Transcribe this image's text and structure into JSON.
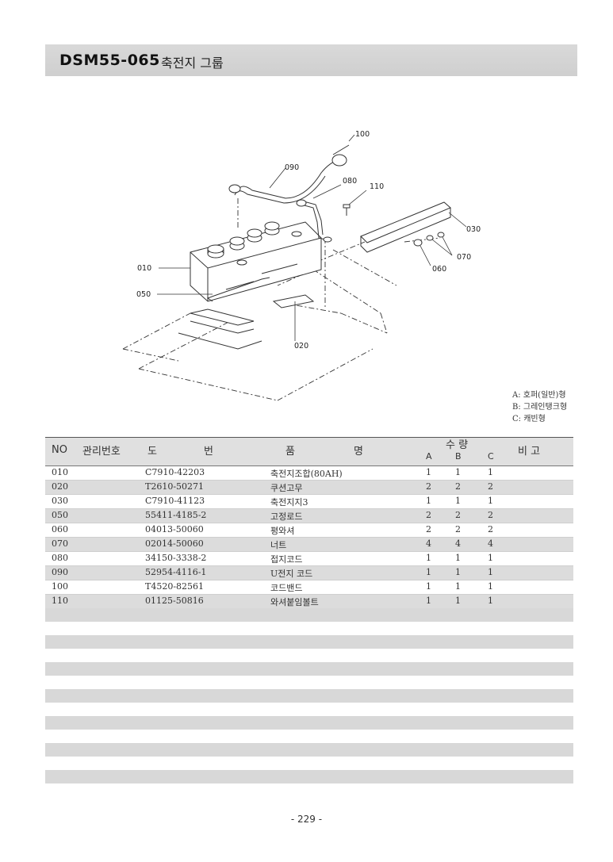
{
  "header": {
    "code": "DSM55-065",
    "title": "축전지 그룹"
  },
  "callouts": {
    "c010": "010",
    "c020": "020",
    "c030": "030",
    "c050": "050",
    "c060": "060",
    "c070": "070",
    "c080": "080",
    "c090": "090",
    "c100": "100",
    "c110": "110"
  },
  "legend": [
    "A: 호퍼(일반)형",
    "B: 그레인탱크형",
    "C: 캐빈형"
  ],
  "table": {
    "headers": {
      "no": "NO",
      "mgmt": "관리번호",
      "dwg_1": "도",
      "dwg_2": "번",
      "name_1": "품",
      "name_2": "명",
      "qty": "수   량",
      "a": "A",
      "b": "B",
      "c": "C",
      "remark": "비   고"
    },
    "rows": [
      {
        "no": "010",
        "dwg": "C7910-42203",
        "name": "축전지조합(80AH)",
        "a": "1",
        "b": "1",
        "c": "1"
      },
      {
        "no": "020",
        "dwg": "T2610-50271",
        "name": "쿠션고무",
        "a": "2",
        "b": "2",
        "c": "2"
      },
      {
        "no": "030",
        "dwg": "C7910-41123",
        "name": "축전지지3",
        "a": "1",
        "b": "1",
        "c": "1"
      },
      {
        "no": "050",
        "dwg": "55411-4185-2",
        "name": "고정로드",
        "a": "2",
        "b": "2",
        "c": "2"
      },
      {
        "no": "060",
        "dwg": "04013-50060",
        "name": "평와셔",
        "a": "2",
        "b": "2",
        "c": "2"
      },
      {
        "no": "070",
        "dwg": "02014-50060",
        "name": "너트",
        "a": "4",
        "b": "4",
        "c": "4"
      },
      {
        "no": "080",
        "dwg": "34150-3338-2",
        "name": "접지코드",
        "a": "1",
        "b": "1",
        "c": "1"
      },
      {
        "no": "090",
        "dwg": "52954-4116-1",
        "name": "U전지 코드",
        "a": "1",
        "b": "1",
        "c": "1"
      },
      {
        "no": "100",
        "dwg": "T4520-82561",
        "name": "코드밴드",
        "a": "1",
        "b": "1",
        "c": "1"
      },
      {
        "no": "110",
        "dwg": "01125-50816",
        "name": "와셔붙임볼트",
        "a": "1",
        "b": "1",
        "c": "1"
      }
    ]
  },
  "footer": {
    "page": "- 229 -"
  }
}
